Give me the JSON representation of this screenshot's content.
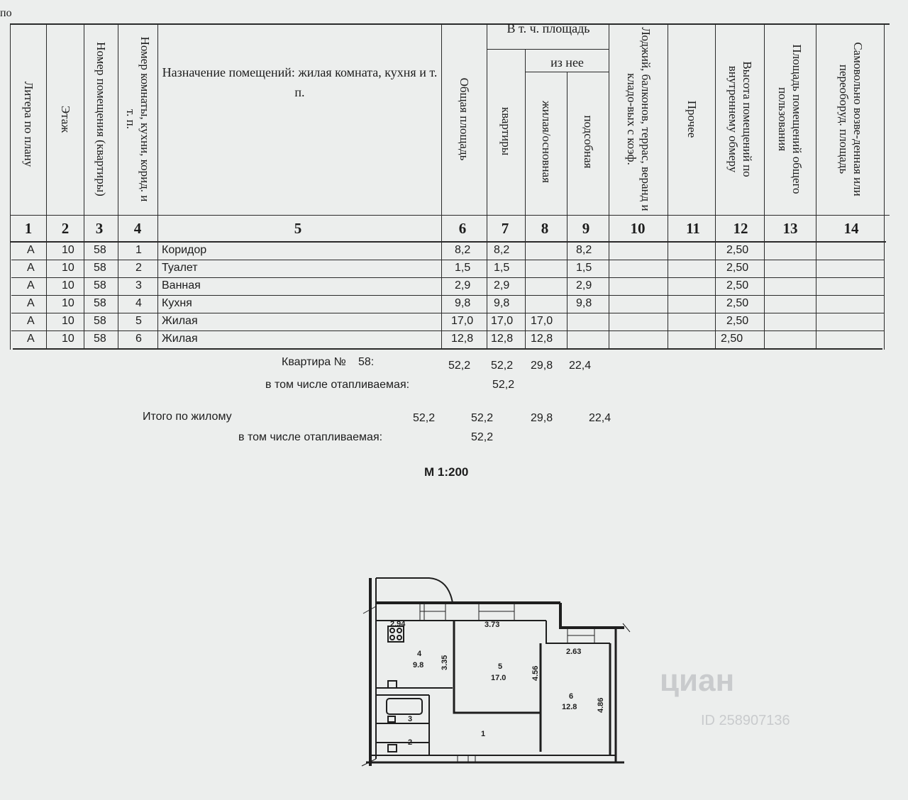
{
  "corner_text": "по",
  "header": {
    "col1": "Литера по плану",
    "col2": "Этаж",
    "col3": "Номер помещения (квартиры)",
    "col4": "Номер комнаты, кухни, корид. и т. п.",
    "col5": "Назначение помещений: жилая комната, кухня и т. п.",
    "col6": "Общая площадь",
    "group_including": "В т. ч. площадь",
    "col7": "квартиры",
    "group_of_it": "из нее",
    "col8": "жилая/основная",
    "col9": "подсобная",
    "col10": "Лоджий, балконов, террас, веранд и кладо-вых с коэф.",
    "col11": "Прочее",
    "col12": "Высота помещений по внутреннему обмеру",
    "col13": "Площадь помещений общего пользования",
    "col14": "Самовольно возве-денная или переоборуд. площадь",
    "numbers": [
      "1",
      "2",
      "3",
      "4",
      "5",
      "6",
      "7",
      "8",
      "9",
      "10",
      "11",
      "12",
      "13",
      "14"
    ]
  },
  "rows": [
    {
      "litera": "А",
      "floor": "10",
      "apt": "58",
      "room": "1",
      "purpose": "Коридор",
      "total": "8,2",
      "apt_area": "8,2",
      "living": "",
      "aux": "8,2",
      "height": "2,50"
    },
    {
      "litera": "А",
      "floor": "10",
      "apt": "58",
      "room": "2",
      "purpose": "Туалет",
      "total": "1,5",
      "apt_area": "1,5",
      "living": "",
      "aux": "1,5",
      "height": "2,50"
    },
    {
      "litera": "А",
      "floor": "10",
      "apt": "58",
      "room": "3",
      "purpose": "Ванная",
      "total": "2,9",
      "apt_area": "2,9",
      "living": "",
      "aux": "2,9",
      "height": "2,50"
    },
    {
      "litera": "А",
      "floor": "10",
      "apt": "58",
      "room": "4",
      "purpose": "Кухня",
      "total": "9,8",
      "apt_area": "9,8",
      "living": "",
      "aux": "9,8",
      "height": "2,50"
    },
    {
      "litera": "А",
      "floor": "10",
      "apt": "58",
      "room": "5",
      "purpose": "Жилая",
      "total": "17,0",
      "apt_area": "17,0",
      "living": "17,0",
      "aux": "",
      "height": "2,50"
    },
    {
      "litera": "А",
      "floor": "10",
      "apt": "58",
      "room": "6",
      "purpose": "Жилая",
      "total": "12,8",
      "apt_area": "12,8",
      "living": "12,8",
      "aux": "",
      "height": "2,50"
    }
  ],
  "summary": {
    "apartment_label": "Квартира №",
    "apartment_no": "58:",
    "apt_total": "52,2",
    "apt_area": "52,2",
    "apt_living": "29,8",
    "apt_aux": "22,4",
    "heated_label": "в том числе отапливаемая:",
    "heated_value": "52,2",
    "residential_label": "Итого по жилому",
    "res_total": "52,2",
    "res_area": "52,2",
    "res_living": "29,8",
    "res_aux": "22,4",
    "res_heated_label": "в том числе отапливаемая:",
    "res_heated_value": "52,2"
  },
  "scale": "М 1:200",
  "plan": {
    "dim_kitchen_width": "2.94",
    "dim_room5_width": "3.73",
    "dim_room6_width": "2.63",
    "dim_kitchen_depth": "3.35",
    "dim_room5_depth": "4.56",
    "dim_room6_depth": "4.86",
    "room4_no": "4",
    "room4_area": "9.8",
    "room5_no": "5",
    "room5_area": "17.0",
    "room6_no": "6",
    "room6_area": "12.8",
    "room1_no": "1",
    "room2_no": "2",
    "room3_no": "3"
  },
  "watermark": "циан",
  "watermark_id": "ID 258907136"
}
